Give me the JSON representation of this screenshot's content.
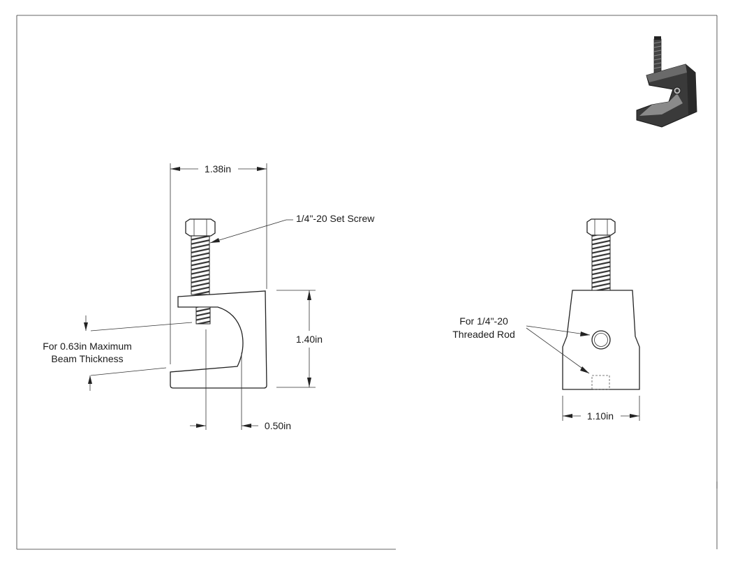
{
  "drawing": {
    "type": "engineering drawing",
    "dimensions": {
      "overall_width": "1.38in",
      "overall_height": "1.40in",
      "throat_depth": "0.50in",
      "side_width": "1.10in"
    },
    "callouts": {
      "set_screw": "1/4\"-20 Set Screw",
      "beam_line1": "For 0.63in Maximum",
      "beam_line2": "Beam Thickness",
      "rod_line1": "For 1/4\"-20",
      "rod_line2": "Threaded Rod"
    },
    "colors": {
      "line": "#222222",
      "iso_body": "#3a3a3a",
      "iso_highlight": "#8a8a8a",
      "background": "#ffffff"
    }
  }
}
